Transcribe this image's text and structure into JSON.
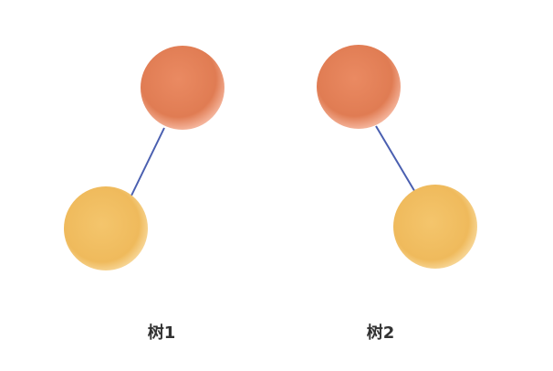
{
  "trees": [
    {
      "label": "树1",
      "root": {
        "color": "#E5835A",
        "edge_color": "#FBC0A6"
      },
      "child": {
        "color": "#F2BF62",
        "edge_color": "#FCE4B4",
        "side": "left"
      },
      "edge_color": "#4A5FB0"
    },
    {
      "label": "树2",
      "root": {
        "color": "#E5835A",
        "edge_color": "#FBC0A6"
      },
      "child": {
        "color": "#F2BF62",
        "edge_color": "#FCE4B4",
        "side": "right"
      },
      "edge_color": "#4A5FB0"
    }
  ]
}
